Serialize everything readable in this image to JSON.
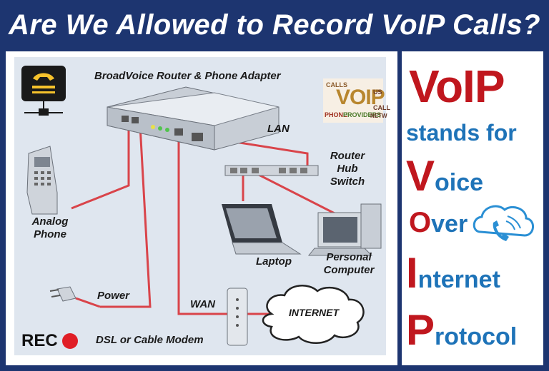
{
  "title": "Are We Allowed to Record VoIP Calls?",
  "diagram": {
    "router_label": "BroadVoice Router & Phone Adapter",
    "lan_label": "LAN",
    "hub_label_1": "Router",
    "hub_label_2": "Hub",
    "hub_label_3": "Switch",
    "phone_label_1": "Analog",
    "phone_label_2": "Phone",
    "laptop_label": "Laptop",
    "pc_label_1": "Personal",
    "pc_label_2": "Computer",
    "power_label": "Power",
    "wan_label": "WAN",
    "internet_label": "INTERNET",
    "modem_label": "DSL or Cable Modem",
    "rec_label": "REC",
    "wordcloud": [
      "VOIP",
      "CALLS",
      "PHONE",
      "PROVIDERS",
      "NETW",
      "US",
      "CALL"
    ]
  },
  "side": {
    "heading": "VoIP",
    "subheading": "stands for",
    "v_letter": "V",
    "v_rest": "oice",
    "o_letter": "O",
    "o_rest": "ver",
    "i_letter": "I",
    "i_rest": "nternet",
    "p_letter": "P",
    "p_rest": "rotocol"
  },
  "colors": {
    "navy": "#1d3570",
    "red": "#c0171e",
    "blue": "#1e73b8",
    "wire": "#d9444a"
  }
}
